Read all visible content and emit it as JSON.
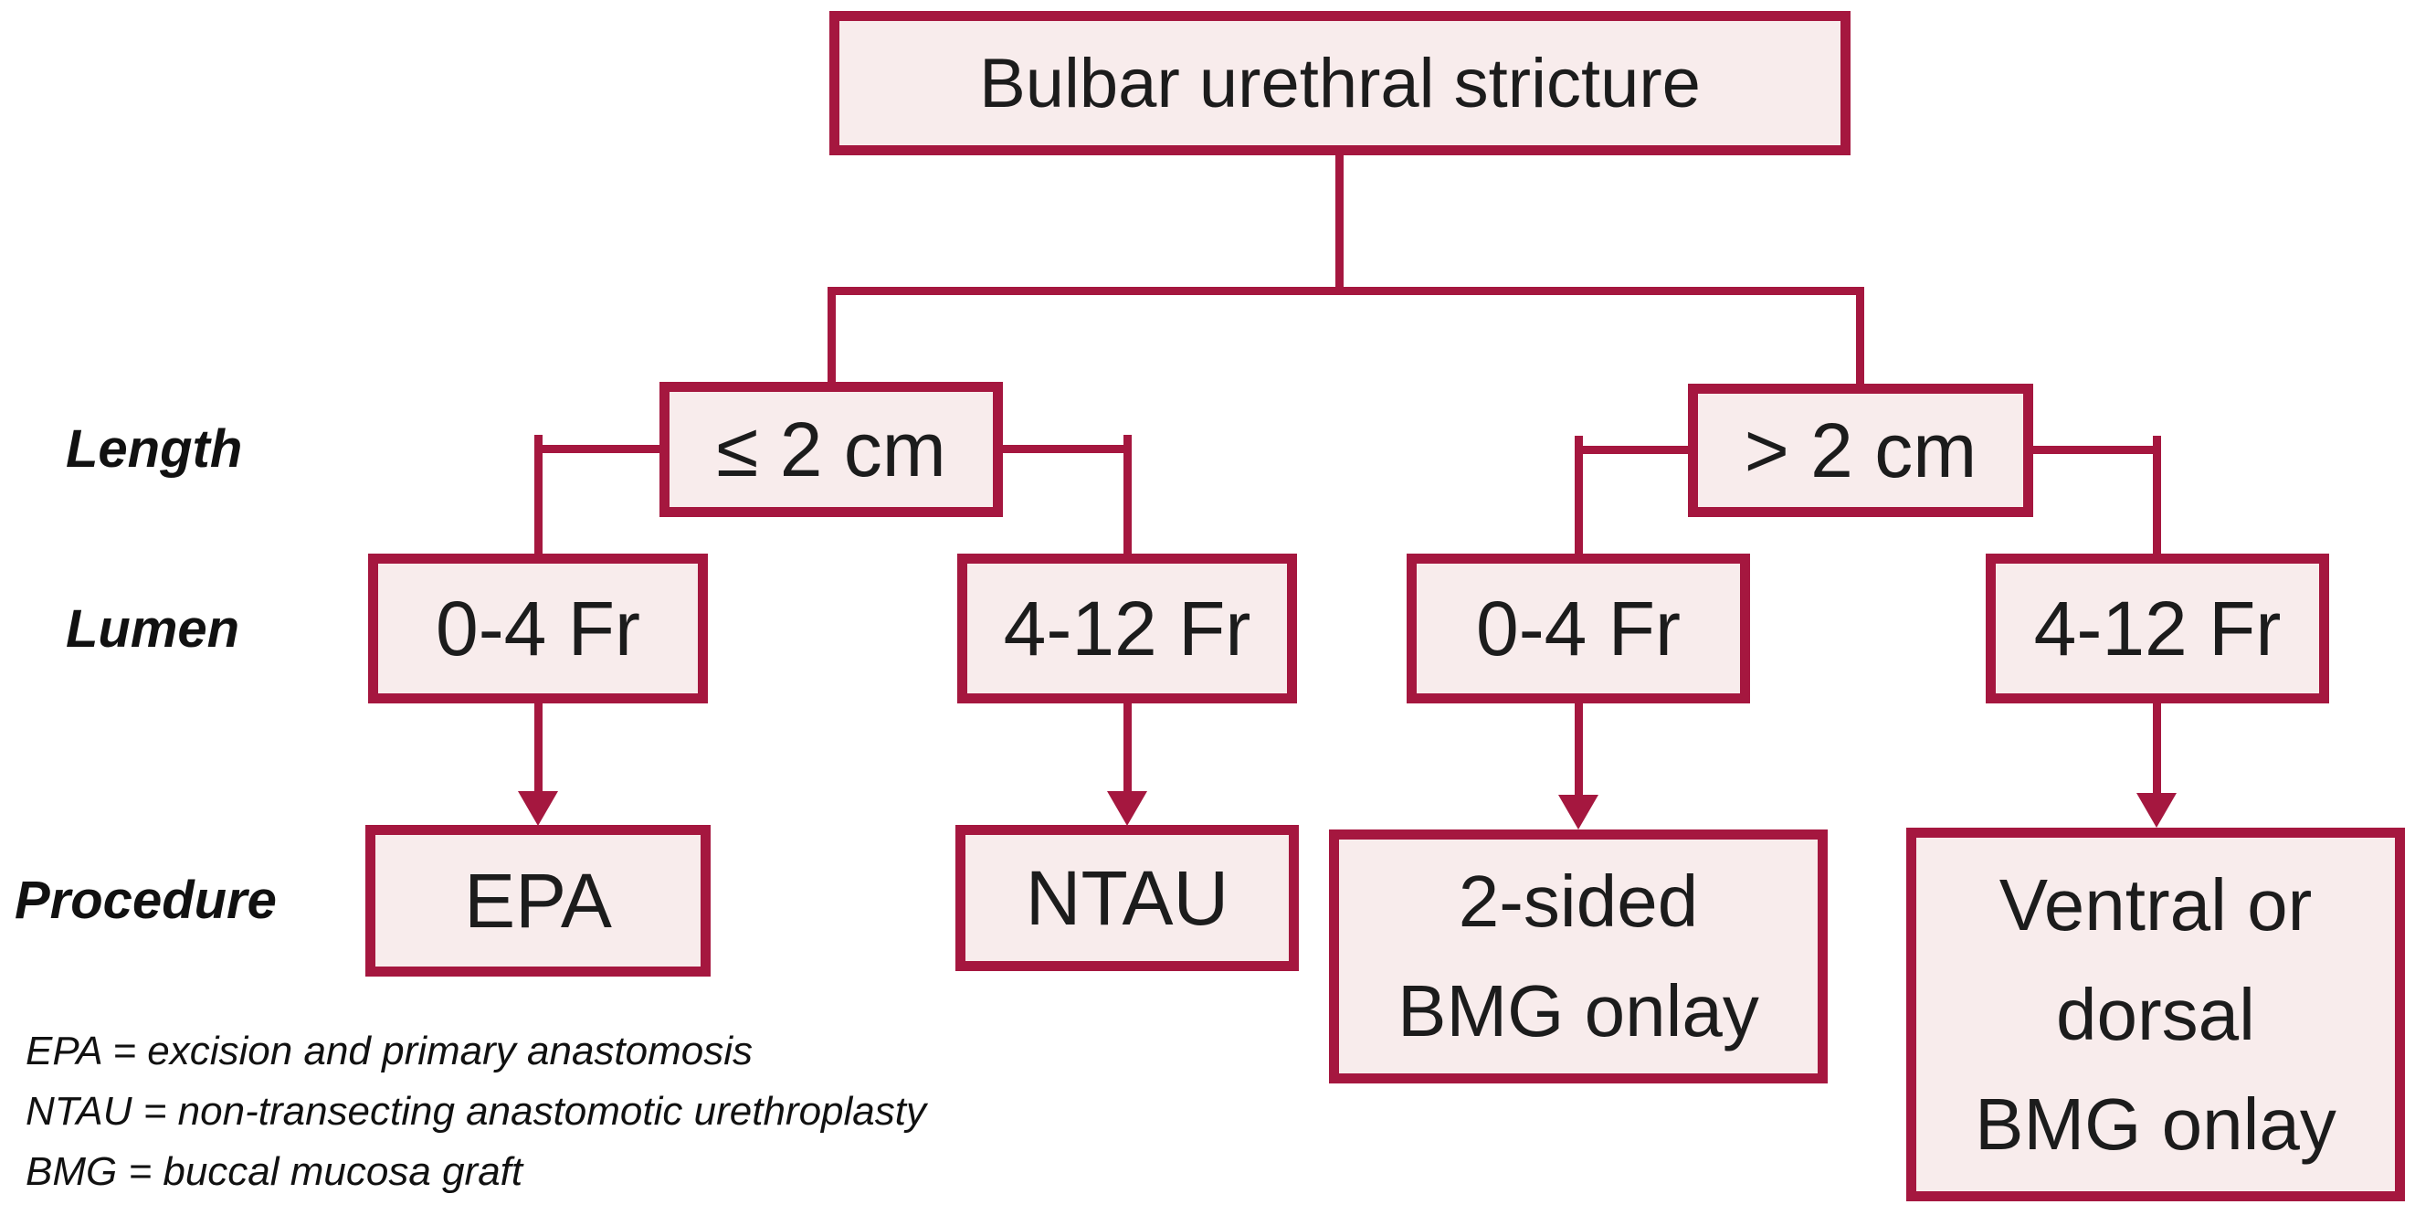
{
  "diagram": {
    "root": {
      "label": "Bulbar urethral stricture"
    },
    "row_labels": {
      "length": "Length",
      "lumen": "Lumen",
      "procedure": "Procedure"
    },
    "length_nodes": [
      {
        "label": "≤ 2 cm"
      },
      {
        "label": "> 2 cm"
      }
    ],
    "lumen_nodes": [
      {
        "label": "0-4 Fr"
      },
      {
        "label": "4-12 Fr"
      },
      {
        "label": "0-4 Fr"
      },
      {
        "label": "4-12 Fr"
      }
    ],
    "procedure_nodes": [
      {
        "label": "EPA"
      },
      {
        "label": "NTAU"
      },
      {
        "label": "2-sided\nBMG onlay"
      },
      {
        "label": "Ventral or\ndorsal\nBMG onlay"
      }
    ],
    "legend": {
      "lines": [
        "EPA = excision and primary anastomosis",
        "NTAU = non-transecting anastomotic urethroplasty",
        "BMG = buccal mucosa graft"
      ]
    },
    "colors": {
      "line": "#A5173F",
      "box_fill": "#F8ECEC",
      "text": "#1C1C1C"
    }
  }
}
